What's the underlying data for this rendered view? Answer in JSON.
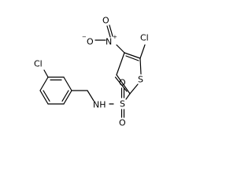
{
  "structure": {
    "atoms": {
      "cl_phenyl": "Cl",
      "nh": "NH",
      "sulfur_sulfonyl": "S",
      "oxygen_sulfonyl_1": "O",
      "oxygen_sulfonyl_2": "O",
      "sulfur_thiophene": "S",
      "cl_thiophene": "Cl",
      "nitro_n": "N",
      "nitro_n_charge": "+",
      "nitro_o_minus": "O",
      "nitro_o_minus_charge": "−",
      "nitro_o": "O"
    },
    "colors": {
      "bond": "#000000",
      "label": "#000000",
      "background": "#ffffff"
    }
  }
}
